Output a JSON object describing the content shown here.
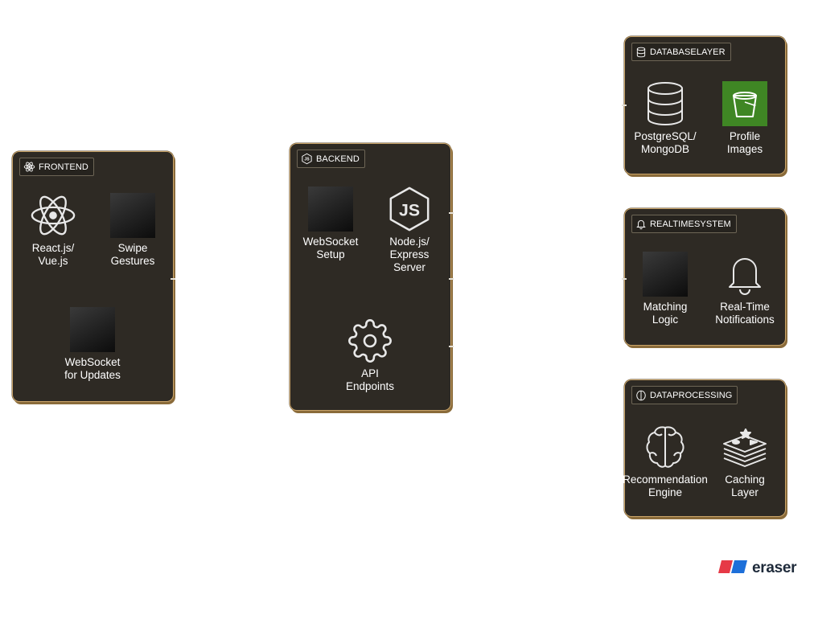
{
  "groups": {
    "frontend": {
      "title": "FRONTEND",
      "nodes": {
        "react": {
          "label": "React.js/\nVue.js",
          "icon": "react-icon"
        },
        "swipe": {
          "label": "Swipe\nGestures",
          "icon": "blank-icon"
        },
        "ws": {
          "label": "WebSocket\nfor Updates",
          "icon": "blank-icon"
        }
      }
    },
    "backend": {
      "title": "BACKEND",
      "nodes": {
        "wss": {
          "label": "WebSocket\nSetup",
          "icon": "blank-icon"
        },
        "node": {
          "label": "Node.js/\nExpress\nServer",
          "icon": "nodejs-icon"
        },
        "api": {
          "label": "API\nEndpoints",
          "icon": "gear-icon"
        }
      }
    },
    "database": {
      "title": "DATABASELAYER",
      "nodes": {
        "db": {
          "label": "PostgreSQL/\nMongoDB",
          "icon": "database-icon"
        },
        "images": {
          "label": "Profile\nImages",
          "icon": "s3-bucket-icon"
        }
      }
    },
    "realtime": {
      "title": "REALTIMESYSTEM",
      "nodes": {
        "matching": {
          "label": "Matching\nLogic",
          "icon": "blank-icon"
        },
        "notify": {
          "label": "Real-Time\nNotifications",
          "icon": "bell-icon"
        }
      }
    },
    "processing": {
      "title": "DATAPROCESSING",
      "nodes": {
        "reco": {
          "label": "Recommendation\nEngine",
          "icon": "brain-icon"
        },
        "cache": {
          "label": "Caching\nLayer",
          "icon": "redis-layers-icon"
        }
      }
    }
  },
  "brand": {
    "name": "eraser",
    "icon": "eraser-logo-icon"
  },
  "colors": {
    "group_fill": "#2e2a24",
    "group_border": "#c9a46a",
    "s3_green": "#3f8624",
    "brand_red": "#e63946",
    "brand_blue": "#1d6fd9"
  }
}
